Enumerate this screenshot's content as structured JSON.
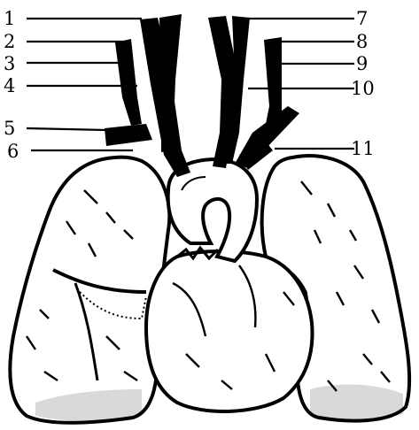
{
  "figure": {
    "labels": {
      "l1": "1",
      "l2": "2",
      "l3": "3",
      "l4": "4",
      "l5": "5",
      "l6": "6",
      "l7": "7",
      "l8": "8",
      "l9": "9",
      "l10": "10",
      "l11": "11"
    },
    "colors": {
      "ink": "#000000",
      "paper": "#ffffff"
    }
  }
}
